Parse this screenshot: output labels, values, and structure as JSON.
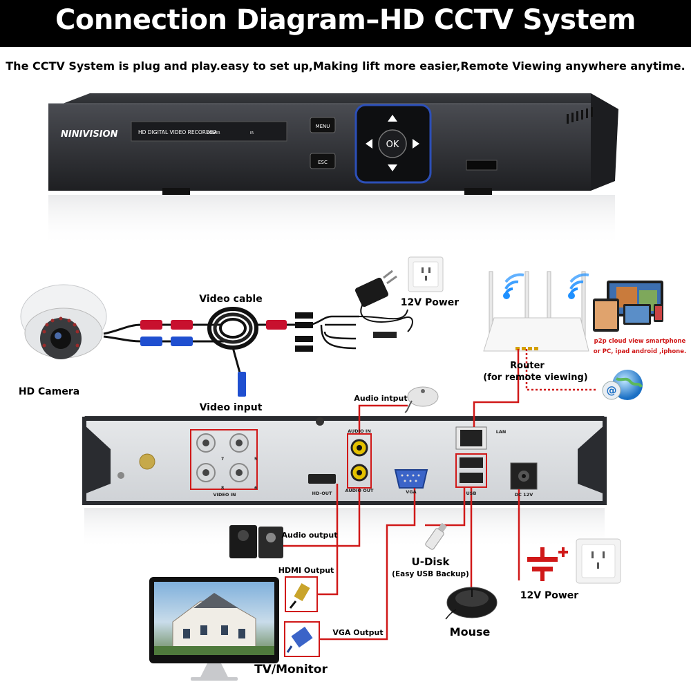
{
  "header": {
    "title": "Connection Diagram–HD CCTV System",
    "subtitle": "The CCTV System is plug and play.easy to set up,Making lift more easier,Remote Viewing anywhere anytime."
  },
  "dvr_front": {
    "brand": "NINIVISION",
    "model_text": "HD DIGITAL VIDEO RECORDER",
    "power_led": "POWER",
    "ir_label": "IR",
    "menu_button": "MENU",
    "esc_button": "ESC",
    "ok_button": "OK"
  },
  "dvr_back": {
    "video_in": "VIDEO IN",
    "hd_out": "HD-OUT",
    "audio_in": "AUDIO IN",
    "audio_out": "AUDIO OUT",
    "vga": "VGA",
    "lan": "LAN",
    "usb": "USB",
    "dc": "DC 12V",
    "ports": [
      "7",
      "5",
      "6",
      "8"
    ]
  },
  "labels": {
    "video_cable": "Video cable",
    "video_input": "Video input",
    "hd_camera": "HD Camera",
    "power_top": "12V Power",
    "router": "Router",
    "router_sub": "(for remote viewing)",
    "p2p_line1": "p2p cloud  view smartphone",
    "p2p_line2": "or PC, ipad android ,iphone.",
    "audio_input": "Audio intput",
    "audio_output": "Audio output",
    "hdmi_output": "HDMI Output",
    "vga_output": "VGA Output",
    "udisk": "U-Disk",
    "udisk_sub": "(Easy USB Backup)",
    "mouse": "Mouse",
    "power_right": "12V Power",
    "tv_monitor": "TV/Monitor"
  },
  "colors": {
    "title_bg": "#000000",
    "cable_red": "#d01818",
    "wifi_blue": "#1e90ff",
    "dvr_body": "#2b2d31"
  }
}
